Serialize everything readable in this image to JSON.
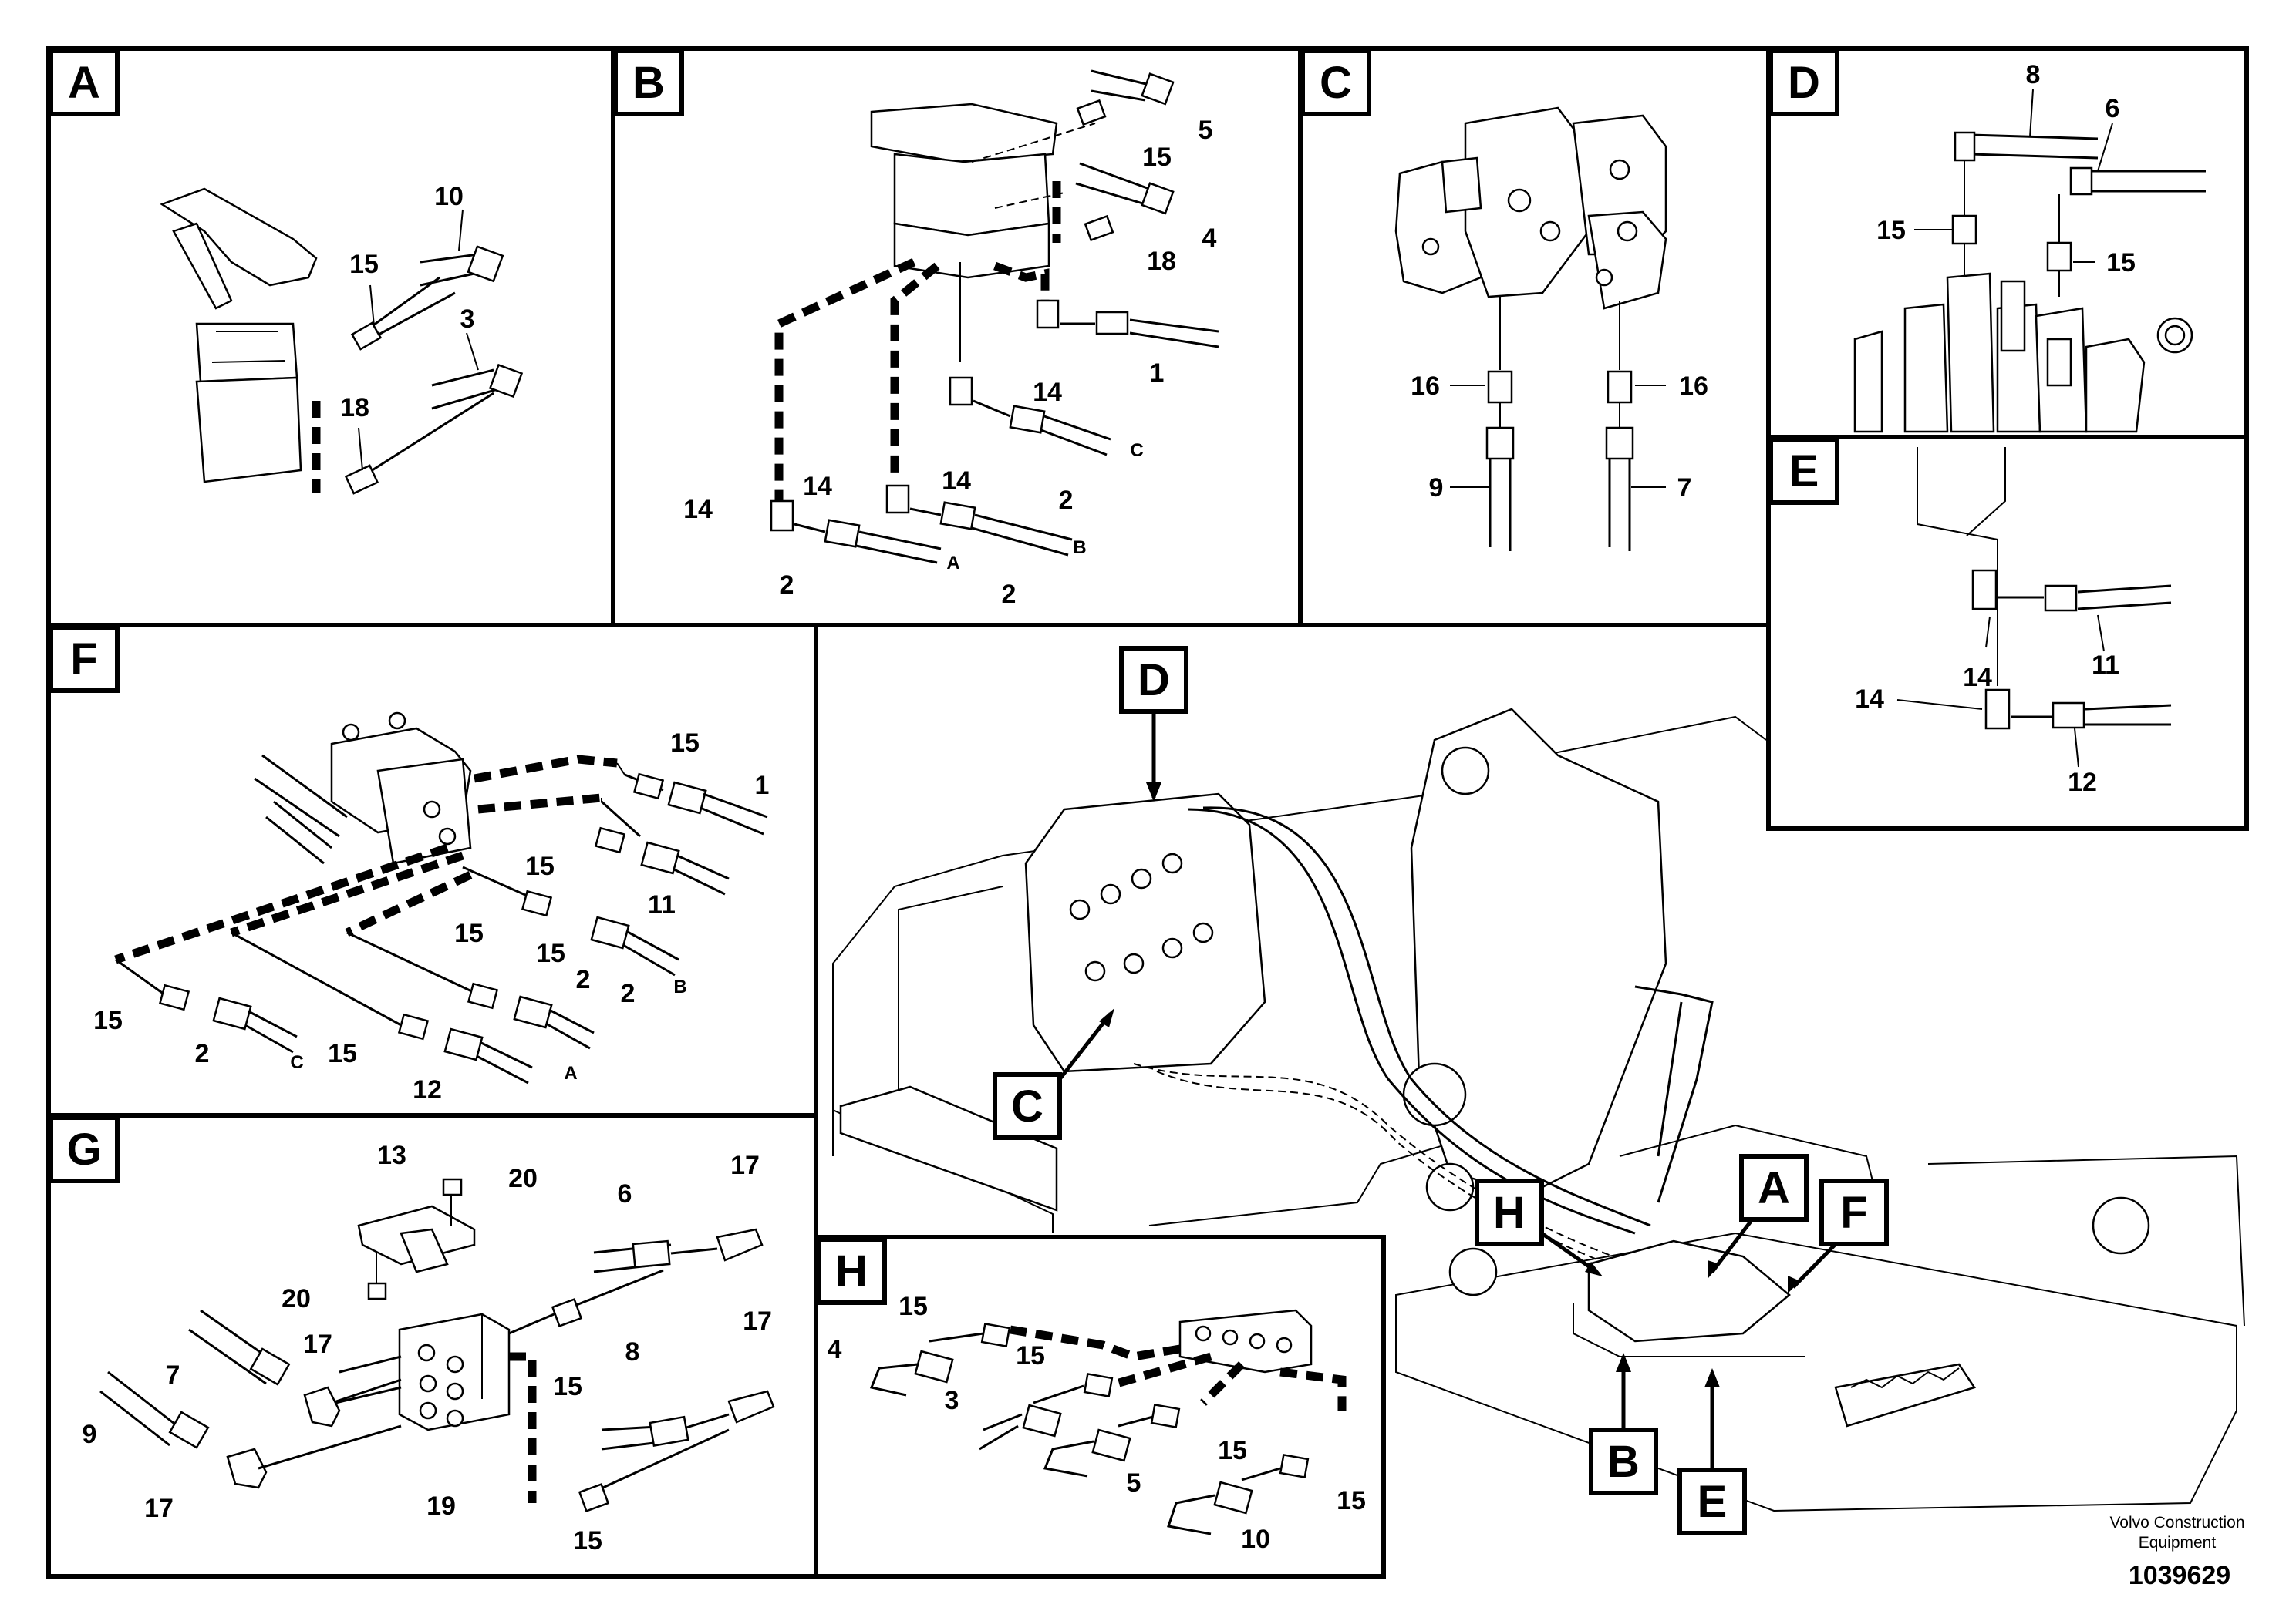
{
  "panels": [
    {
      "id": "A",
      "callouts": [
        "10",
        "15",
        "3",
        "18"
      ]
    },
    {
      "id": "B",
      "callouts": [
        "5",
        "15",
        "4",
        "18",
        "1",
        "14",
        "14",
        "14",
        "14",
        "2",
        "2",
        "2"
      ],
      "ends": [
        "C",
        "A",
        "B"
      ]
    },
    {
      "id": "C",
      "callouts": [
        "16",
        "16",
        "9",
        "7"
      ]
    },
    {
      "id": "D",
      "callouts": [
        "8",
        "6",
        "15",
        "15"
      ]
    },
    {
      "id": "E",
      "callouts": [
        "14",
        "11",
        "14",
        "12"
      ]
    },
    {
      "id": "F",
      "callouts": [
        "15",
        "1",
        "15",
        "11",
        "15",
        "15",
        "2",
        "2",
        "15",
        "2",
        "15",
        "12"
      ],
      "ends": [
        "B",
        "C",
        "A"
      ]
    },
    {
      "id": "G",
      "callouts": [
        "13",
        "20",
        "6",
        "17",
        "20",
        "7",
        "17",
        "15",
        "8",
        "17",
        "9",
        "17",
        "19",
        "15"
      ]
    },
    {
      "id": "H",
      "callouts": [
        "15",
        "4",
        "15",
        "3",
        "15",
        "5",
        "15",
        "10"
      ]
    }
  ],
  "overview_tags": [
    "D",
    "C",
    "H",
    "A",
    "F",
    "B",
    "E"
  ],
  "footer": {
    "company_line1": "Volvo Construction",
    "company_line2": "Equipment",
    "drawing_number": "1039629"
  }
}
